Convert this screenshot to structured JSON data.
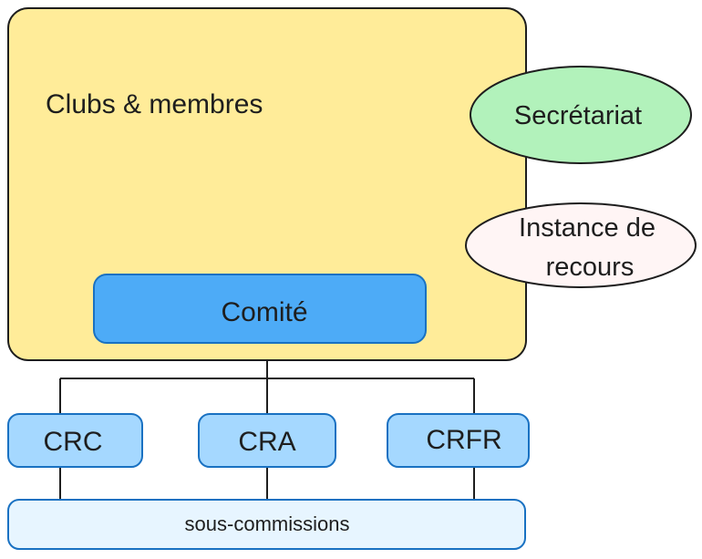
{
  "diagram": {
    "clubs_label": "Clubs & membres",
    "secretariat_label": "Secrétariat",
    "instance_label_line1": "Instance de",
    "instance_label_line2": "recours",
    "comite_label": "Comité",
    "crc_label": "CRC",
    "cra_label": "CRA",
    "crfr_label": "CRFR",
    "sous_commissions_label": "sous-commissions"
  },
  "colors": {
    "clubs_fill": "#ffec99",
    "secretariat_fill": "#b2f2bb",
    "instance_fill": "#fff5f5",
    "comite_fill": "#4dabf7",
    "commission_fill": "#a5d8ff",
    "sous_commissions_fill": "#e7f5ff",
    "stroke": "#1e1e1e",
    "blue_stroke": "#1971c2"
  }
}
